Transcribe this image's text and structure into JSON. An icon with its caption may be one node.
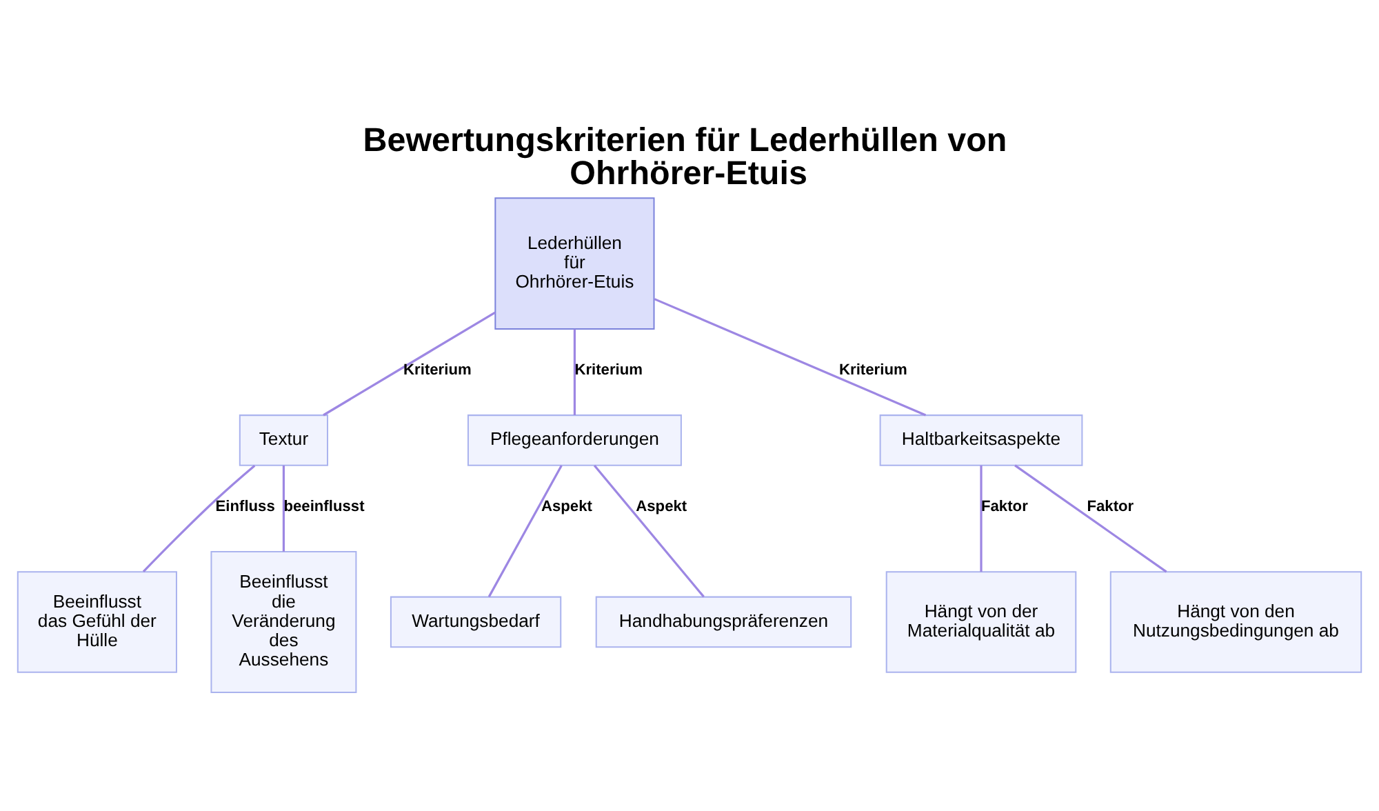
{
  "diagram": {
    "title": "Bewertungskriterien für Lederhüllen von Ohrhörer-Etuis",
    "nodes": [
      {
        "text": [
          "Lederhüllen für Ohrhörer-Etuis"
        ]
      },
      {
        "text": [
          "Textur"
        ]
      },
      {
        "text": [
          "Pflegeanforderungen"
        ]
      },
      {
        "text": [
          "Haltbarkeitsaspekte"
        ]
      },
      {
        "text": [
          "Beeinflusst das Gefühl der Hülle"
        ]
      },
      {
        "text": [
          "Beeinflusst die Veränderung des Aussehens"
        ]
      },
      {
        "text": [
          "Wartungsbedarf"
        ]
      },
      {
        "text": [
          "Handhabungspräferenzen"
        ]
      },
      {
        "text": [
          "Hängt von der Materialqualität ab"
        ]
      },
      {
        "text": [
          "Hängt von den Nutzungsbedingungen ab"
        ]
      }
    ],
    "edges": [
      {
        "from": 0,
        "to": 1,
        "arrow": "none",
        "label": "Kriterium"
      },
      {
        "from": 0,
        "to": 2,
        "arrow": "none",
        "label": "Kriterium"
      },
      {
        "from": 0,
        "to": 3,
        "arrow": "none",
        "label": "Kriterium"
      },
      {
        "from": 1,
        "to": 4,
        "arrow": "none",
        "label": "Einfluss"
      },
      {
        "from": 1,
        "to": 5,
        "arrow": "none",
        "label": "beeinflusst"
      },
      {
        "from": 2,
        "to": 6,
        "arrow": "none",
        "label": "Aspekt"
      },
      {
        "from": 2,
        "to": 7,
        "arrow": "none",
        "label": "Aspekt"
      },
      {
        "from": 3,
        "to": 8,
        "arrow": "none",
        "label": "Faktor"
      },
      {
        "from": 3,
        "to": 9,
        "arrow": "none",
        "label": "Faktor"
      }
    ]
  }
}
